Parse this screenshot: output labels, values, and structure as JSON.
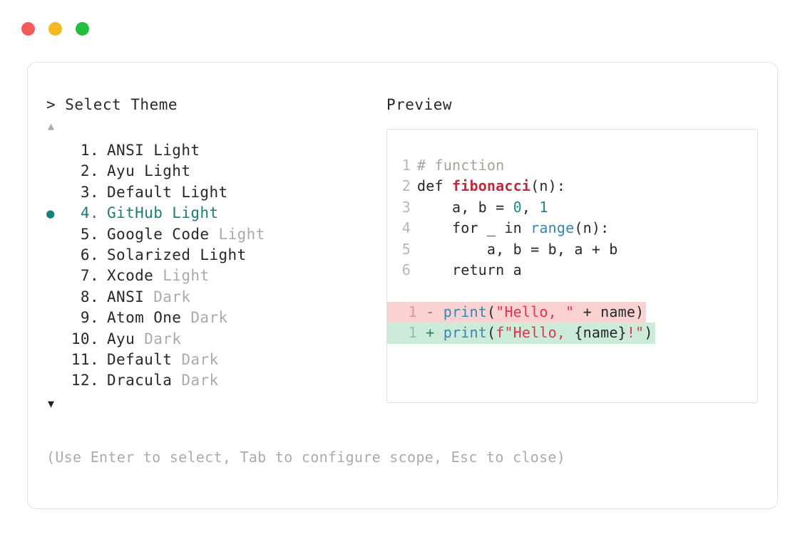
{
  "window": {
    "dots": [
      {
        "name": "close",
        "color": "#f65b5b"
      },
      {
        "name": "minimize",
        "color": "#f5b824"
      },
      {
        "name": "maximize",
        "color": "#22be3e"
      }
    ]
  },
  "left": {
    "prompt": "> Select Theme",
    "scroll_up_glyph": "▲",
    "scroll_down_glyph": "▼",
    "selected_index": 4,
    "bullet_glyph": "●",
    "items": [
      {
        "index": "1.",
        "name": "ANSI Light",
        "variant": "",
        "variant_dim": false,
        "selected": false
      },
      {
        "index": "2.",
        "name": "Ayu Light",
        "variant": "",
        "variant_dim": false,
        "selected": false
      },
      {
        "index": "3.",
        "name": "Default Light",
        "variant": "",
        "variant_dim": false,
        "selected": false
      },
      {
        "index": "4.",
        "name": "GitHub Light",
        "variant": "",
        "variant_dim": false,
        "selected": true
      },
      {
        "index": "5.",
        "name": "Google Code ",
        "variant": "Light",
        "variant_dim": true,
        "selected": false
      },
      {
        "index": "6.",
        "name": "Solarized Light",
        "variant": "",
        "variant_dim": false,
        "selected": false
      },
      {
        "index": "7.",
        "name": "Xcode ",
        "variant": "Light",
        "variant_dim": true,
        "selected": false
      },
      {
        "index": "8.",
        "name": "ANSI ",
        "variant": "Dark",
        "variant_dim": true,
        "selected": false
      },
      {
        "index": "9.",
        "name": "Atom One ",
        "variant": "Dark",
        "variant_dim": true,
        "selected": false
      },
      {
        "index": "10.",
        "name": "Ayu ",
        "variant": "Dark",
        "variant_dim": true,
        "selected": false
      },
      {
        "index": "11.",
        "name": "Default ",
        "variant": "Dark",
        "variant_dim": true,
        "selected": false
      },
      {
        "index": "12.",
        "name": "Dracula ",
        "variant": "Dark",
        "variant_dim": true,
        "selected": false
      }
    ],
    "hint": "(Use Enter to select, Tab to configure scope, Esc to close)"
  },
  "right": {
    "label": "Preview",
    "code_lines": [
      {
        "ln": "1",
        "tokens": [
          {
            "t": "# function",
            "c": "comment"
          }
        ]
      },
      {
        "ln": "2",
        "tokens": [
          {
            "t": "def ",
            "c": "kw"
          },
          {
            "t": "fibonacci",
            "c": "fn-def"
          },
          {
            "t": "(n):",
            "c": "plain"
          }
        ]
      },
      {
        "ln": "3",
        "tokens": [
          {
            "t": "    a, b = ",
            "c": "plain"
          },
          {
            "t": "0",
            "c": "num"
          },
          {
            "t": ", ",
            "c": "plain"
          },
          {
            "t": "1",
            "c": "num"
          }
        ]
      },
      {
        "ln": "4",
        "tokens": [
          {
            "t": "    for _ in ",
            "c": "plain"
          },
          {
            "t": "range",
            "c": "builtin"
          },
          {
            "t": "(n):",
            "c": "plain"
          }
        ]
      },
      {
        "ln": "5",
        "tokens": [
          {
            "t": "        a, b = b, a + b",
            "c": "plain"
          }
        ]
      },
      {
        "ln": "6",
        "tokens": [
          {
            "t": "    return a",
            "c": "plain"
          }
        ]
      }
    ],
    "diff_lines": [
      {
        "ln": "1",
        "kind": "del",
        "sign": "-",
        "tokens": [
          {
            "t": "print",
            "c": "call"
          },
          {
            "t": "(",
            "c": "plain"
          },
          {
            "t": "\"Hello, \"",
            "c": "str"
          },
          {
            "t": " + name)",
            "c": "plain"
          }
        ]
      },
      {
        "ln": "1",
        "kind": "add",
        "sign": "+",
        "tokens": [
          {
            "t": "print",
            "c": "call"
          },
          {
            "t": "(",
            "c": "plain"
          },
          {
            "t": "f\"Hello, ",
            "c": "str"
          },
          {
            "t": "{name}",
            "c": "plain"
          },
          {
            "t": "!\"",
            "c": "str"
          },
          {
            "t": ")",
            "c": "plain"
          }
        ]
      }
    ]
  }
}
